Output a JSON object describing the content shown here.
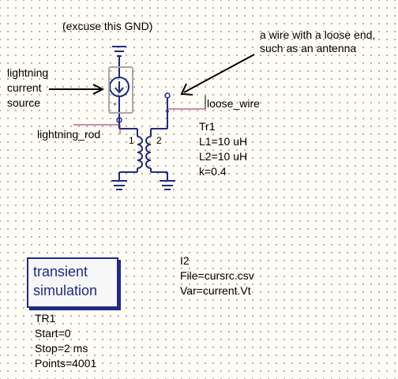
{
  "annotations": {
    "gnd_note": "(excuse this GND)",
    "wire_note_line1": "a wire with a loose end,",
    "wire_note_line2": "such as an antenna",
    "source_note_line1": "lightning",
    "source_note_line2": "current",
    "source_note_line3": "source"
  },
  "wires": {
    "lightning_rod_label": "lightning_rod",
    "loose_wire_label": "loose_wire"
  },
  "transformer": {
    "name": "Tr1",
    "L1": "L1=10 uH",
    "L2": "L2=10 uH",
    "k": "k=0.4",
    "pin1": "1",
    "pin2": "2"
  },
  "current_source": {
    "name": "I2",
    "file": "File=cursrc.csv",
    "var": "Var=current.Vt"
  },
  "simulation": {
    "box_line1": "transient",
    "box_line2": "simulation",
    "name": "TR1",
    "start": "Start=0",
    "stop": "Stop=2 ms",
    "points": "Points=4001"
  },
  "colors": {
    "component": "#1f2a88",
    "wire_label_line": "#9c1c6c",
    "background": "#fffdf5",
    "grid_dot": "#8c8c8c"
  }
}
